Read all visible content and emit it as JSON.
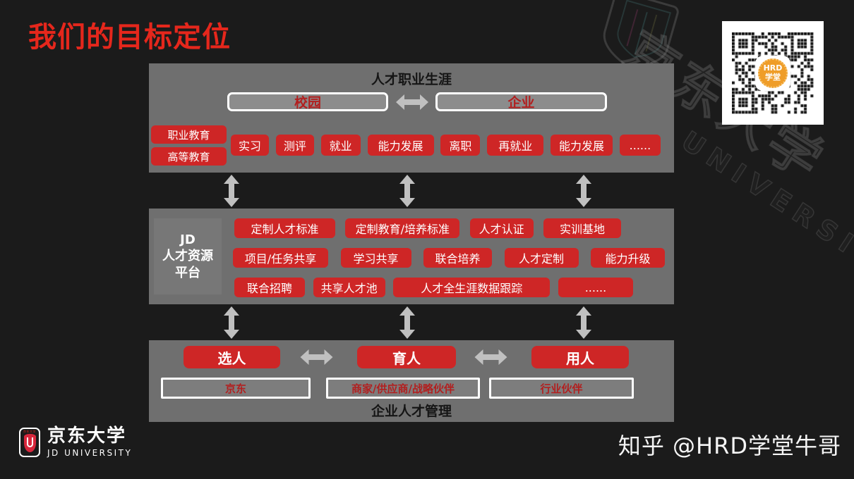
{
  "slide": {
    "title": "我们的目标定位"
  },
  "colors": {
    "background": "#1b1b1b",
    "panel_gray": "#6f6f6f",
    "button_red": "#ce2626",
    "title_red": "#e5271c",
    "box_text_red": "#b21f1f",
    "arrow_gray": "#c0c0c0",
    "qr_logo_orange": "#ef9d28"
  },
  "top_panel": {
    "header": "人才职业生涯",
    "campus": "校园",
    "enterprise": "企业",
    "edu_buttons": [
      "职业教育",
      "高等教育"
    ],
    "stage_buttons": [
      "实习",
      "测评",
      "就业",
      "能力发展",
      "离职",
      "再就业",
      "能力发展",
      "......"
    ]
  },
  "middle_panel": {
    "platform_lines": [
      "JD",
      "人才资源",
      "平台"
    ],
    "row1": [
      "定制人才标准",
      "定制教育/培养标准",
      "人才认证",
      "实训基地"
    ],
    "row2": [
      "项目/任务共享",
      "学习共享",
      "联合培养",
      "人才定制",
      "能力升级"
    ],
    "row3": [
      "联合招聘",
      "共享人才池",
      "人才全生涯数据跟踪",
      "......"
    ]
  },
  "bottom_panel": {
    "roles": [
      "选人",
      "育人",
      "用人"
    ],
    "partners": [
      "京东",
      "商家/供应商/战略伙伴",
      "行业伙伴"
    ],
    "header": "企业人才管理"
  },
  "footer": {
    "logo_cn": "京东大学",
    "logo_en": "JD  UNIVERSITY",
    "emblem_text": "京东大学"
  },
  "watermark": {
    "zhihu": "知乎 @HRD学堂牛哥",
    "qr_logo_line1": "HRD",
    "qr_logo_line2": "学堂",
    "diagonal_cn": "京东大学",
    "diagonal_en": "HRD UNIVERSITY"
  }
}
